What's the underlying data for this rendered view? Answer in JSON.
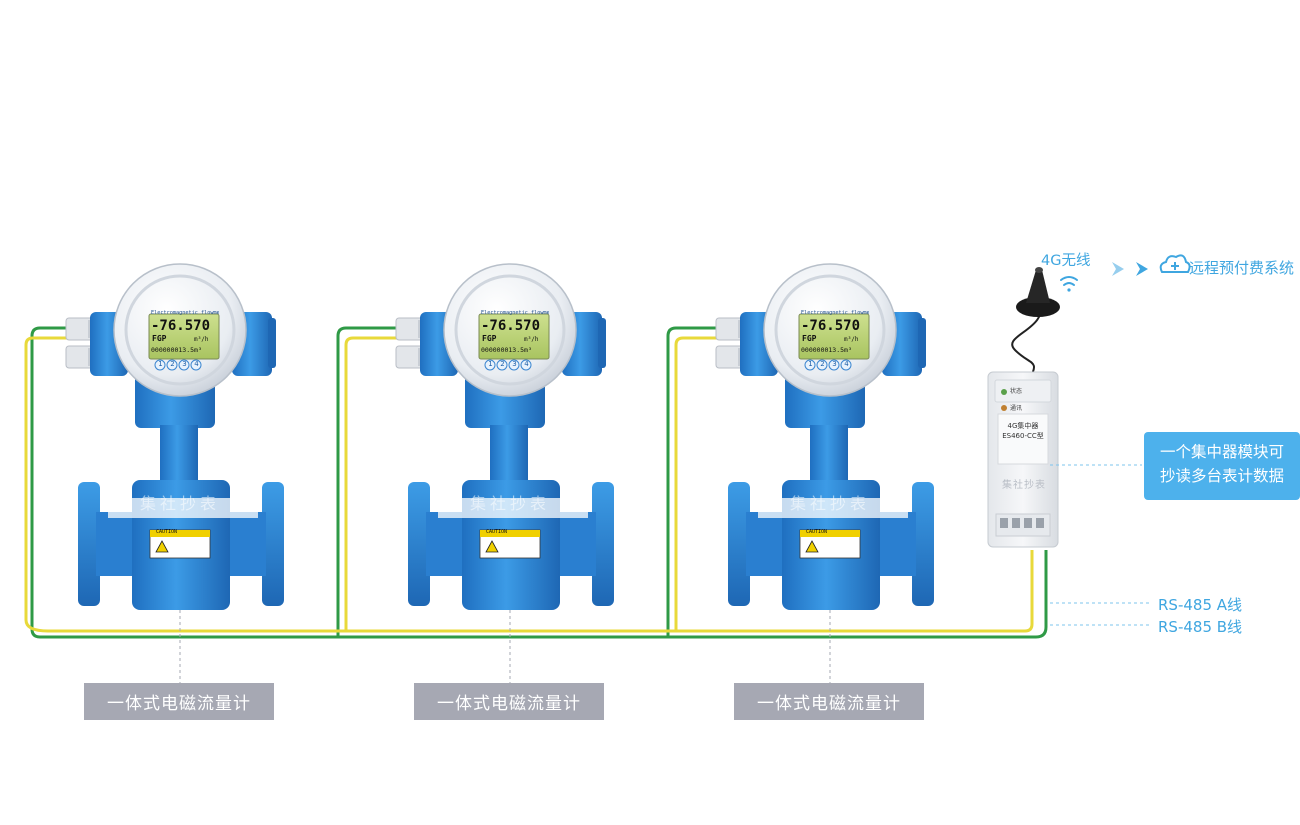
{
  "meters": [
    {
      "lcd_top": "Electromagnetic  flowmeter",
      "lcd_rate": "-76.570",
      "lcd_tag": "FGP",
      "lcd_unit": "m³/h",
      "lcd_total": "000000013.5m³",
      "buttons": [
        "1",
        "2",
        "3",
        "4"
      ],
      "caution": "CAUTION",
      "watermark": "集社抄表",
      "label": "一体式电磁流量计"
    },
    {
      "lcd_top": "Electromagnetic  flowmeter",
      "lcd_rate": "-76.570",
      "lcd_tag": "FGP",
      "lcd_unit": "m³/h",
      "lcd_total": "000000013.5m³",
      "buttons": [
        "1",
        "2",
        "3",
        "4"
      ],
      "caution": "CAUTION",
      "watermark": "集社抄表",
      "label": "一体式电磁流量计"
    },
    {
      "lcd_top": "Electromagnetic  flowmeter",
      "lcd_rate": "-76.570",
      "lcd_tag": "FGP",
      "lcd_unit": "m³/h",
      "lcd_total": "000000013.5m³",
      "buttons": [
        "1",
        "2",
        "3",
        "4"
      ],
      "caution": "CAUTION",
      "watermark": "集社抄表",
      "label": "一体式电磁流量计"
    }
  ],
  "concentrator": {
    "led_status": "状态",
    "led_comm": "通讯",
    "model_line1": "4G集中器",
    "model_line2": "ES460-CC型",
    "watermark": "集社抄表"
  },
  "wireless_label": "4G无线",
  "system_label": "远程预付费系统",
  "callout": {
    "line1": "一个集中器模块可",
    "line2": "抄读多台表计数据"
  },
  "rs485_a": "RS-485 A线",
  "rs485_b": "RS-485 B线",
  "colors": {
    "meter_blue": "#2d86d6",
    "wire_green": "#2f9a46",
    "wire_yellow": "#e8d93a",
    "accent": "#3fa6e0",
    "label_bg": "#a6a8b3"
  },
  "icons": [
    "wifi-icon",
    "arrow-right-icon",
    "cloud-plus-icon",
    "antenna-icon"
  ]
}
